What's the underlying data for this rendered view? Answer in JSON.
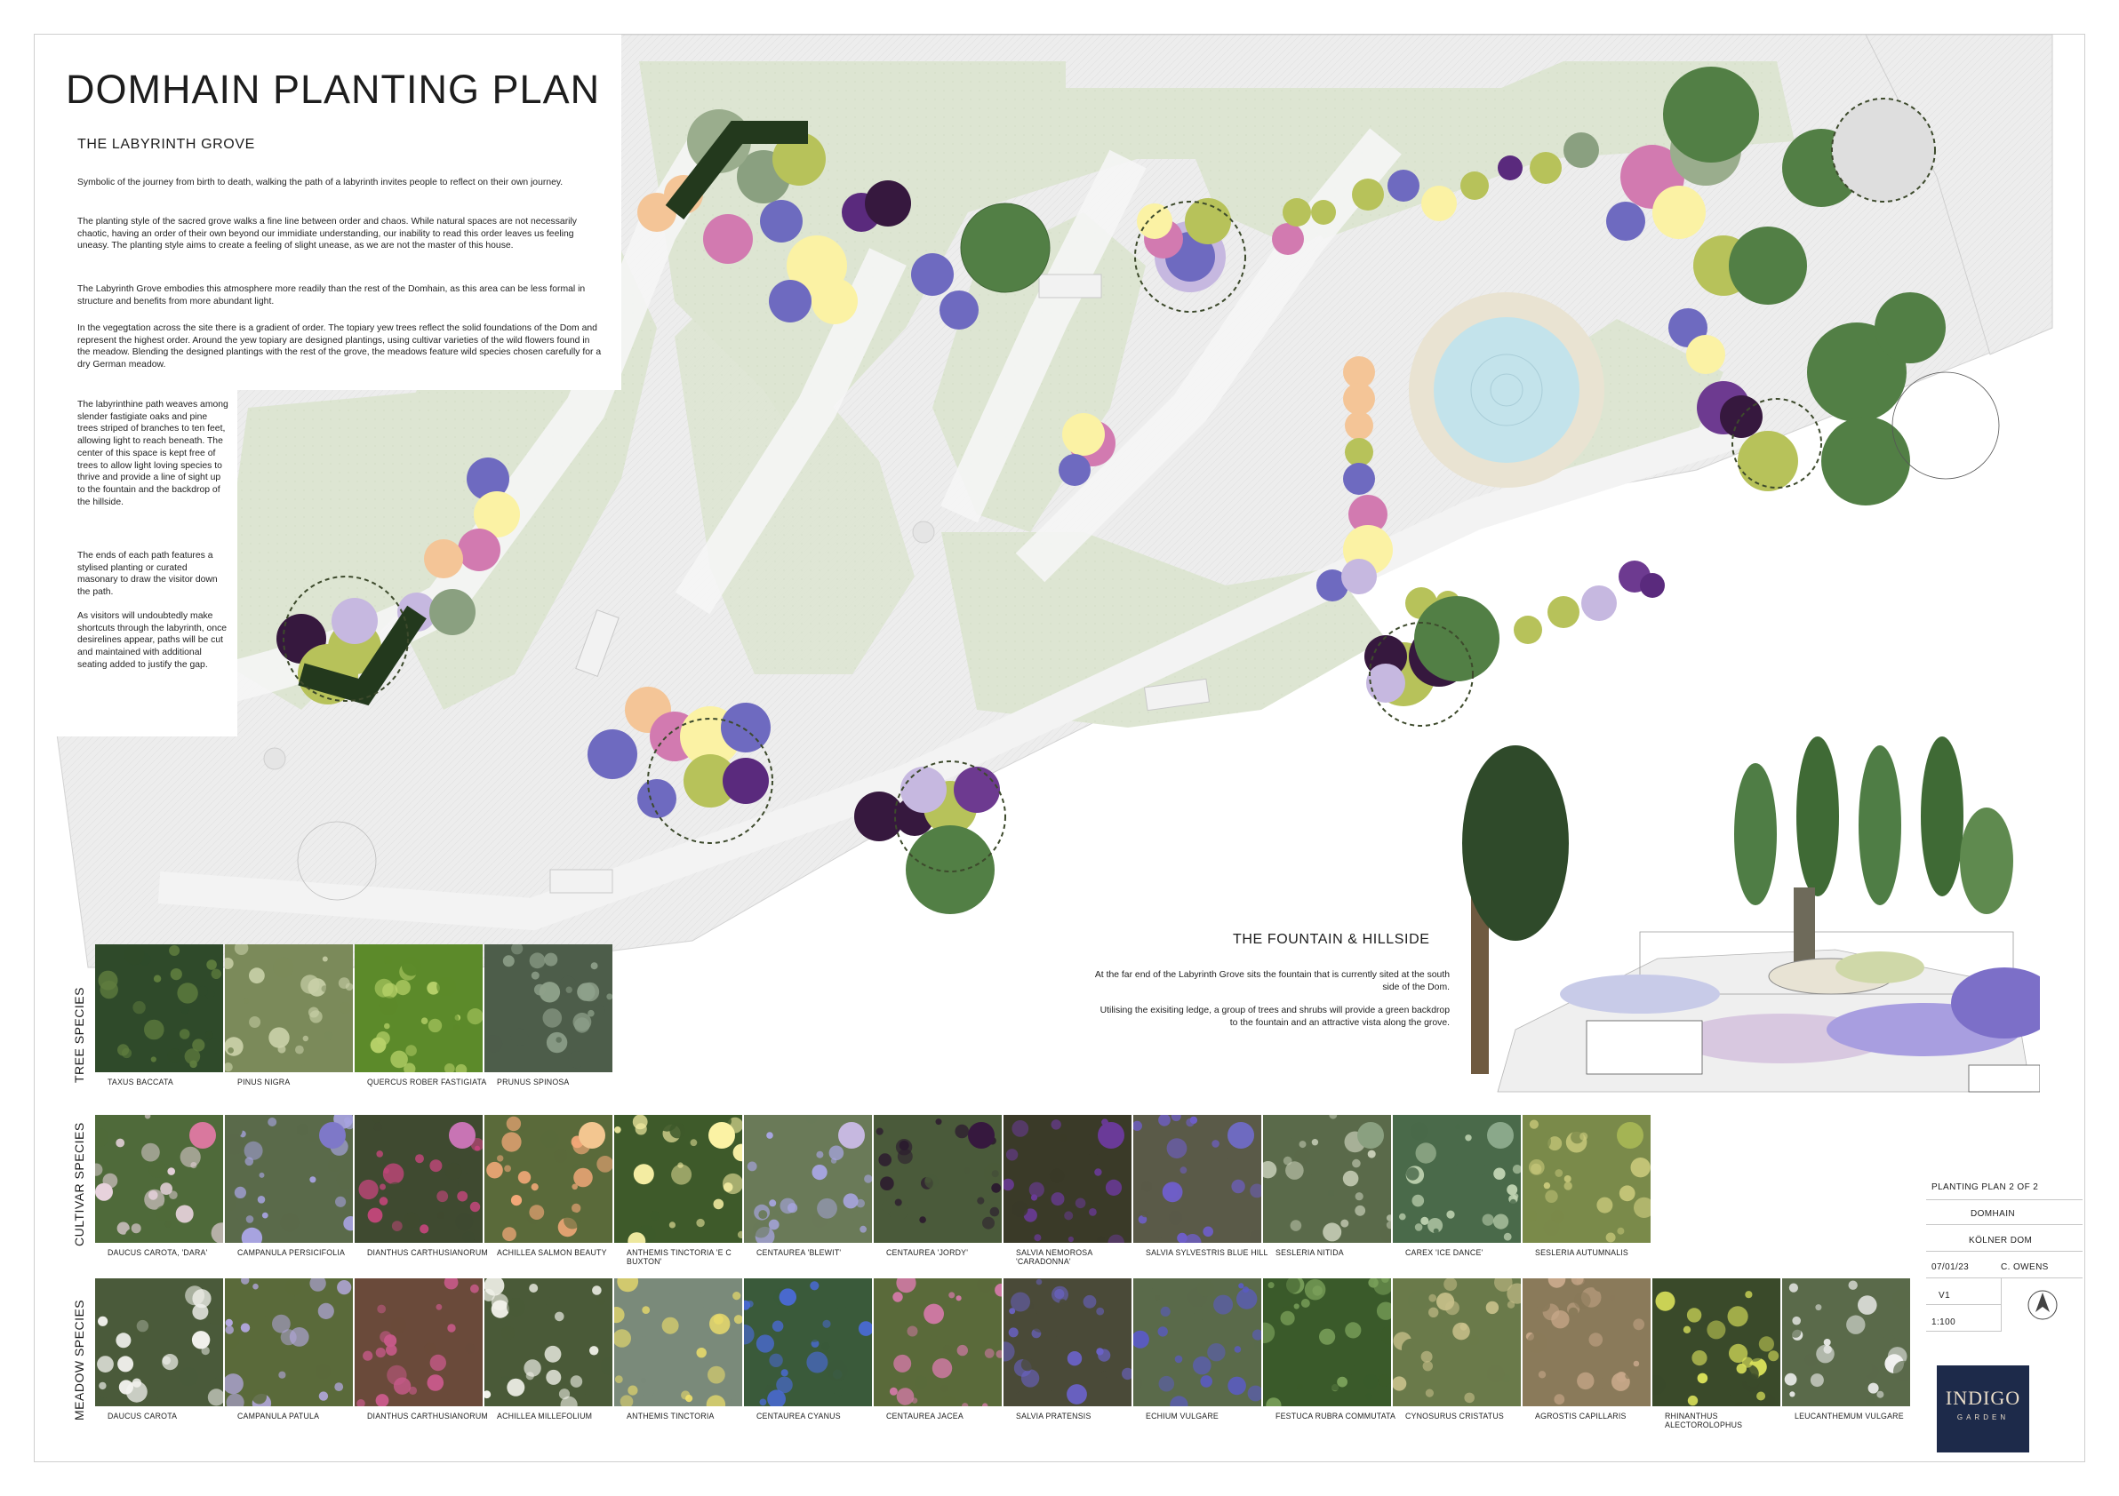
{
  "header": {
    "title": "DOMHAIN PLANTING PLAN",
    "subtitle": "THE LABYRINTH GROVE",
    "p1": "Symbolic of the journey from birth to death, walking the path of a labyrinth invites people to reflect on their own journey.",
    "p2": "The planting style of the sacred grove walks a fine line between order and chaos. While natural spaces are not necessarily chaotic, having an order of their own beyond our immidiate understanding, our inability to read this order leaves us feeling uneasy. The planting style aims to create a feeling of slight unease, as we are not the master of this house.",
    "p3": "The Labyrinth Grove embodies this atmosphere more readily than the rest of the Domhain, as this area can be less formal in structure and benefits from more abundant light.",
    "p4": "In the vegegtation across the site there is a gradient of order. The topiary yew trees reflect the solid foundations of the Dom and represent the highest order. Around the yew topiary are designed plantings, using cultivar varieties of the wild flowers found in the meadow. Blending the designed plantings with the rest of the grove, the meadows feature wild species chosen carefully for a dry German meadow.",
    "p5": "The labyrinthine path weaves among slender fastigiate oaks and pine trees striped of branches to ten feet, allowing light to reach beneath. The center of this space is kept free of trees to allow light loving species to thrive and provide a line of sight up to the fountain and the backdrop of the hillside.",
    "p6": "The ends of each path features a stylised planting or curated masonary to draw the visitor down the path.",
    "p7": "As visitors will undoubtedly make shortcuts through the labyrinth, once desirelines appear, paths will be cut and maintained with additional seating added to justify the gap."
  },
  "fountain": {
    "title": "THE FOUNTAIN & HILLSIDE",
    "p1": "At the far end of the Labyrinth Grove sits the fountain that is currently sited at the south side of the Dom.",
    "p2": "Utilising the exisiting ledge, a group of trees and shrubs will provide a green backdrop to the fountain and an attractive vista along the grove."
  },
  "sections": {
    "tree": "TREE SPECIES",
    "cultivar": "CULTIVAR SPECIES",
    "meadow": "MEADOW SPECIES"
  },
  "tree_species": [
    {
      "name": "TAXUS BACCATA",
      "bg": "#2f4a2a",
      "fg": "#5f7d3e"
    },
    {
      "name": "PINUS NIGRA",
      "bg": "#7b8a5a",
      "fg": "#c9d0a8"
    },
    {
      "name": "QUERCUS ROBER FASTIGIATA",
      "bg": "#5c8a2a",
      "fg": "#b8d26a"
    },
    {
      "name": "PRUNUS SPINOSA",
      "bg": "#4d5d4a",
      "fg": "#8ea08a"
    }
  ],
  "cultivar_species": [
    {
      "name": "DAUCUS CAROTA, 'DARA'",
      "bg": "#4f6a3a",
      "fg": "#e7d2dc",
      "color": "#d9789e"
    },
    {
      "name": "CAMPANULA PERSICIFOLIA",
      "bg": "#5a6a4a",
      "fg": "#a8a4e2",
      "color": "#7e78c8"
    },
    {
      "name": "DIANTHUS CARTHUSIANORUM",
      "bg": "#3f4a30",
      "fg": "#c8467e",
      "color": "#c874b4"
    },
    {
      "name": "ACHILLEA SALMON BEAUTY",
      "bg": "#5a6a3a",
      "fg": "#f2a878",
      "color": "#f3c690"
    },
    {
      "name": "ANTHEMIS TINCTORIA 'E C BUXTON'",
      "bg": "#3e5a2a",
      "fg": "#f3eca2",
      "color": "#fbf2a4"
    },
    {
      "name": "CENTAUREA 'BLEWIT'",
      "bg": "#6a7a58",
      "fg": "#a8a6e2",
      "color": "#c6b8e0"
    },
    {
      "name": "CENTAUREA 'JORDY'",
      "bg": "#4a5a3a",
      "fg": "#2b1a2e",
      "color": "#36183e"
    },
    {
      "name": "SALVIA NEMOROSA 'CARADONNA'",
      "bg": "#3a3a28",
      "fg": "#6b3a9a",
      "color": "#6a3a98"
    },
    {
      "name": "SALVIA SYLVESTRIS BLUE HILL",
      "bg": "#5a5a48",
      "fg": "#6e5ec8",
      "color": "#6e6ac0"
    },
    {
      "name": "SESLERIA NITIDA",
      "bg": "#5a6a4a",
      "fg": "#c8cfb8",
      "color": "#8aa080"
    },
    {
      "name": "CAREX 'ICE DANCE'",
      "bg": "#4a6a4a",
      "fg": "#c2d6b4",
      "color": "#8aa88a"
    },
    {
      "name": "SESLERIA AUTUMNALIS",
      "bg": "#7a8a4a",
      "fg": "#c8c87a",
      "color": "#a4b454"
    }
  ],
  "meadow_species": [
    {
      "name": "DAUCUS CAROTA",
      "bg": "#4a5a3a",
      "fg": "#f2f2ee"
    },
    {
      "name": "CAMPANULA PATULA",
      "bg": "#5a6a3a",
      "fg": "#b4a8e0"
    },
    {
      "name": "DIANTHUS CARTHUSIANORUM",
      "bg": "#6a4a3a",
      "fg": "#c85a8a"
    },
    {
      "name": "ACHILLEA MILLEFOLIUM",
      "bg": "#4a5a38",
      "fg": "#f2f2ea"
    },
    {
      "name": "ANTHEMIS TINCTORIA",
      "bg": "#7a8a7a",
      "fg": "#f2e26a"
    },
    {
      "name": "CENTAUREA CYANUS",
      "bg": "#3a5a3a",
      "fg": "#4a6ad8"
    },
    {
      "name": "CENTAUREA JACEA",
      "bg": "#5a6a3a",
      "fg": "#d47aa8"
    },
    {
      "name": "SALVIA PRATENSIS",
      "bg": "#4a4a38",
      "fg": "#6a62c8"
    },
    {
      "name": "ECHIUM VULGARE",
      "bg": "#5a6a4a",
      "fg": "#5a5ac8"
    },
    {
      "name": "FESTUCA RUBRA COMMUTATA",
      "bg": "#3a5a2a",
      "fg": "#7aa05a"
    },
    {
      "name": "CYNOSURUS CRISTATUS",
      "bg": "#6a7a4a",
      "fg": "#c8c08a"
    },
    {
      "name": "AGROSTIS CAPILLARIS",
      "bg": "#8a7a5a",
      "fg": "#c8a88a"
    },
    {
      "name": "RHINANTHUS ALECTOROLOPHUS",
      "bg": "#3a4a2a",
      "fg": "#d8e05a"
    },
    {
      "name": "LEUCANTHEMUM VULGARE",
      "bg": "#5a6a4a",
      "fg": "#f2f2f2"
    }
  ],
  "title_block": {
    "sheet": "PLANTING PLAN 2 OF 2",
    "project": "DOMHAIN",
    "client": "KÖLNER DOM",
    "date": "07/01/23",
    "drawn": "C. OWENS",
    "revision": "V1",
    "scale": "1:100"
  },
  "logo": {
    "line1": "INDIGO",
    "line2": "GARDEN"
  },
  "colors": {
    "grass": "#dfe6d6",
    "path": "#ececec",
    "yew": "#23391d",
    "tree": "#4f7d45",
    "water": "#bfe1ea"
  }
}
